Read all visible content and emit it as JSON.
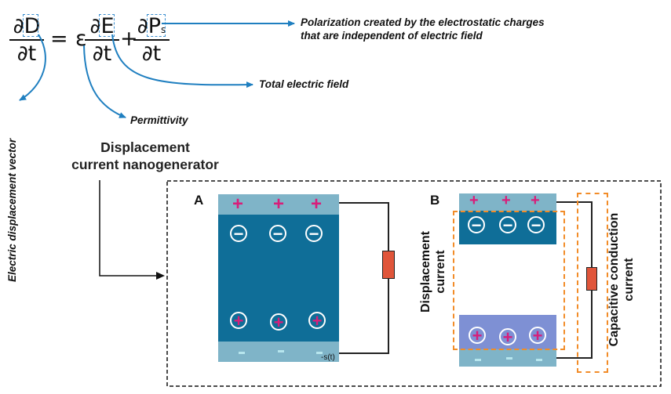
{
  "equation": {
    "lhs_numerator": "∂D",
    "lhs_denominator": "∂t",
    "equals": "=",
    "epsilon": "ε",
    "term1_numerator": "∂E",
    "term1_denominator": "∂t",
    "plus": "+",
    "term2_numerator": "∂P",
    "term2_subscript": "s",
    "term2_denominator": "∂t"
  },
  "annotations": {
    "polarization": [
      "Polarization created by the electrostatic charges",
      "that are independent of electric field"
    ],
    "total_field": "Total electric field",
    "permittivity": "Permittivity",
    "displacement_vector": "Electric displacement vector"
  },
  "heading": [
    "Displacement",
    "current nanogenerator"
  ],
  "panel_a": {
    "letter": "A",
    "surface_plus": [
      "+",
      "+",
      "+"
    ],
    "neg_ions": [
      "−",
      "−",
      "−"
    ],
    "pos_ions": [
      "+",
      "+",
      "+"
    ],
    "bottom_minus": 3,
    "source_label": "-s(t)"
  },
  "panel_b": {
    "letter": "B",
    "surface_plus": [
      "+",
      "+",
      "+"
    ],
    "neg_ions": [
      "−",
      "−",
      "−"
    ],
    "pos_ions": [
      "+",
      "+",
      "+"
    ],
    "bottom_minus": 3,
    "displacement_label": [
      "Displacement",
      "current"
    ],
    "conduction_label": [
      "Capacitive conduction",
      "current"
    ]
  },
  "colors": {
    "plate_light": "#7fb4c8",
    "plate_dark": "#0f6e98",
    "plate_lavender": "#7e90d4",
    "plus_magenta": "#d81e7a",
    "arrow_blue": "#1f7fc0",
    "dash_orange": "#f28c28",
    "resistor": "#e0553a"
  }
}
